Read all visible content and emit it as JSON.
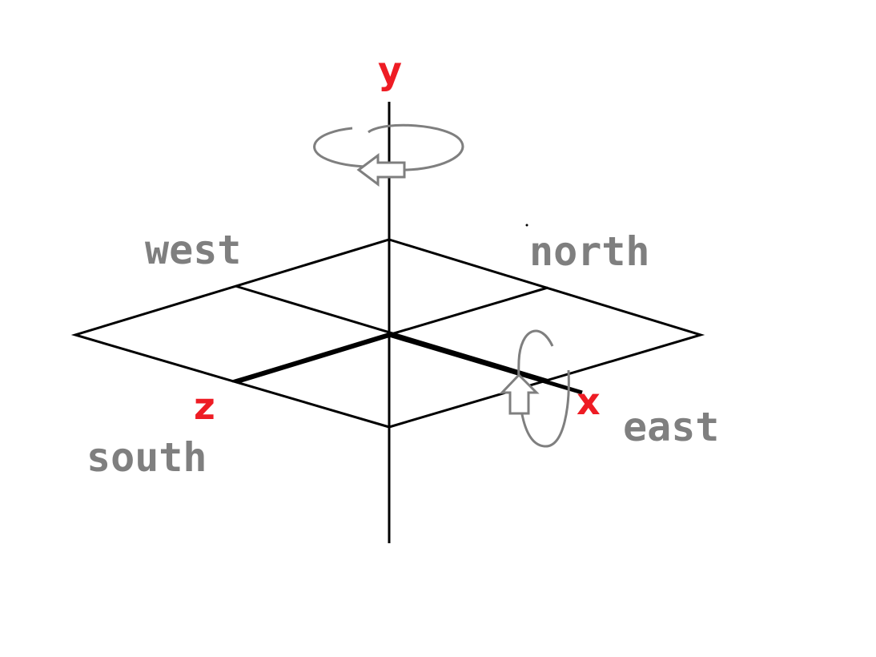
{
  "axes": {
    "y": "y",
    "x": "x",
    "z": "z"
  },
  "directions": {
    "west": "west",
    "north": "north",
    "south": "south",
    "east": "east"
  },
  "colors": {
    "axis_label": "#ee1c24",
    "direction_label": "#7f7f7f",
    "line": "#000000",
    "rotation_arrow": "#7f7f7f"
  },
  "icons": {
    "y_rotation": "counterclockwise-rotation-arrow-icon",
    "x_rotation": "rotation-arrow-up-icon"
  }
}
